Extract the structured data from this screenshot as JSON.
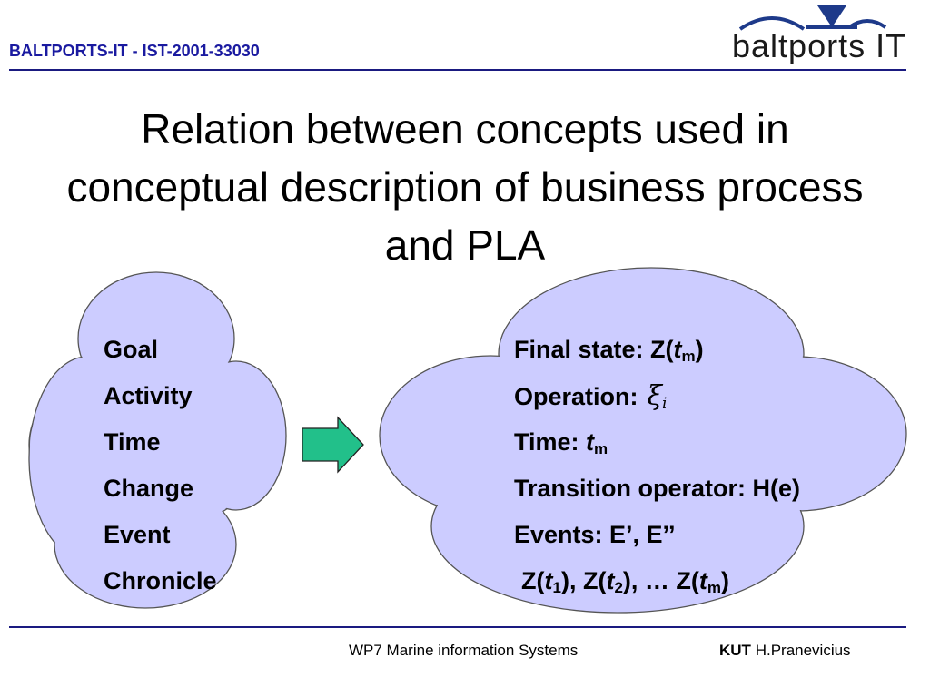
{
  "header": {
    "project": "BALTPORTS-IT - IST-2001-33030"
  },
  "logo": {
    "text": "baltports IT"
  },
  "slide": {
    "title": "Relation between concepts used in conceptual description of business process and PLA"
  },
  "left_list": [
    "Goal",
    "Activity",
    "Time",
    "Change",
    "Event",
    "Chronicle"
  ],
  "right_list": {
    "final_state_prefix": "Final state: Z(",
    "t": "t",
    "m": "m",
    "close": ")",
    "operation_label": "Operation:",
    "xi_symbol": "ξ",
    "xi_sub": "i",
    "time_label": "Time: ",
    "transition": "Transition operator: H(e)",
    "events": "Events: E’, E’’",
    "chronicle_z1": "Z(",
    "sub1": "1",
    "chronicle_mid1": "), Z(",
    "sub2": "2",
    "chronicle_mid2": "), … Z("
  },
  "footer": {
    "center": "WP7 Marine information Systems",
    "org": "KUT",
    "author": "H.Pranevicius"
  },
  "colors": {
    "cloud_fill": "#ccccff",
    "arrow_fill": "#22c08a",
    "header_blue": "#1a1aa0"
  }
}
